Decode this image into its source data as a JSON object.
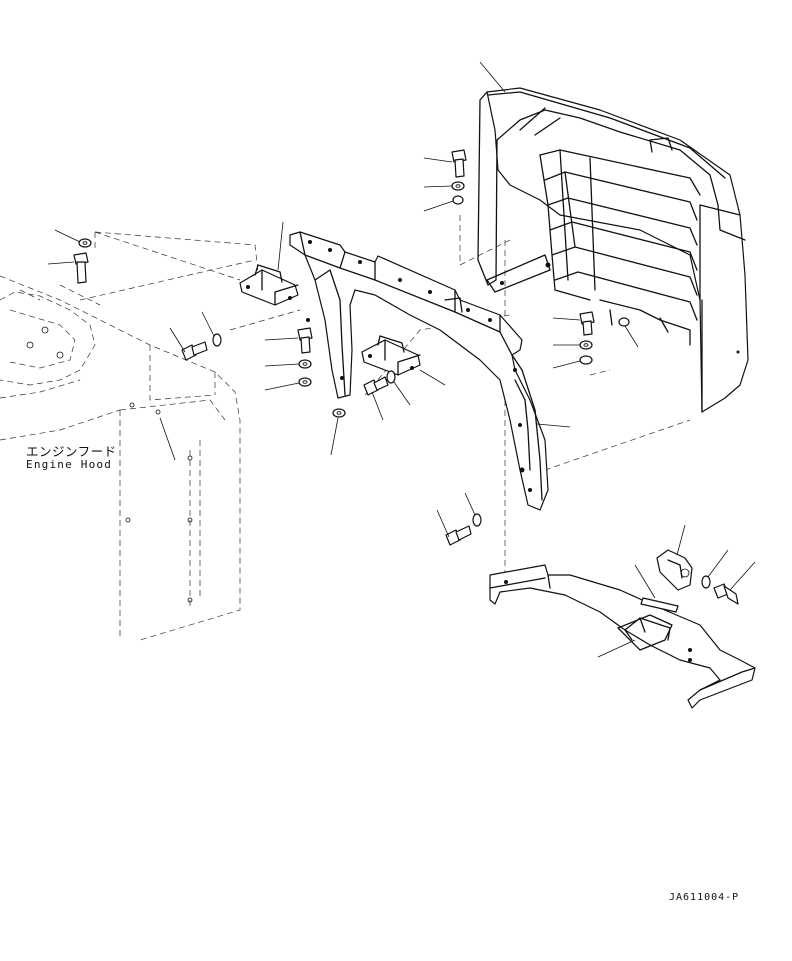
{
  "labels": {
    "engine_hood_jp": "エンジンフード",
    "engine_hood_en": "Engine Hood",
    "drawing_code": "JA611004-P"
  }
}
